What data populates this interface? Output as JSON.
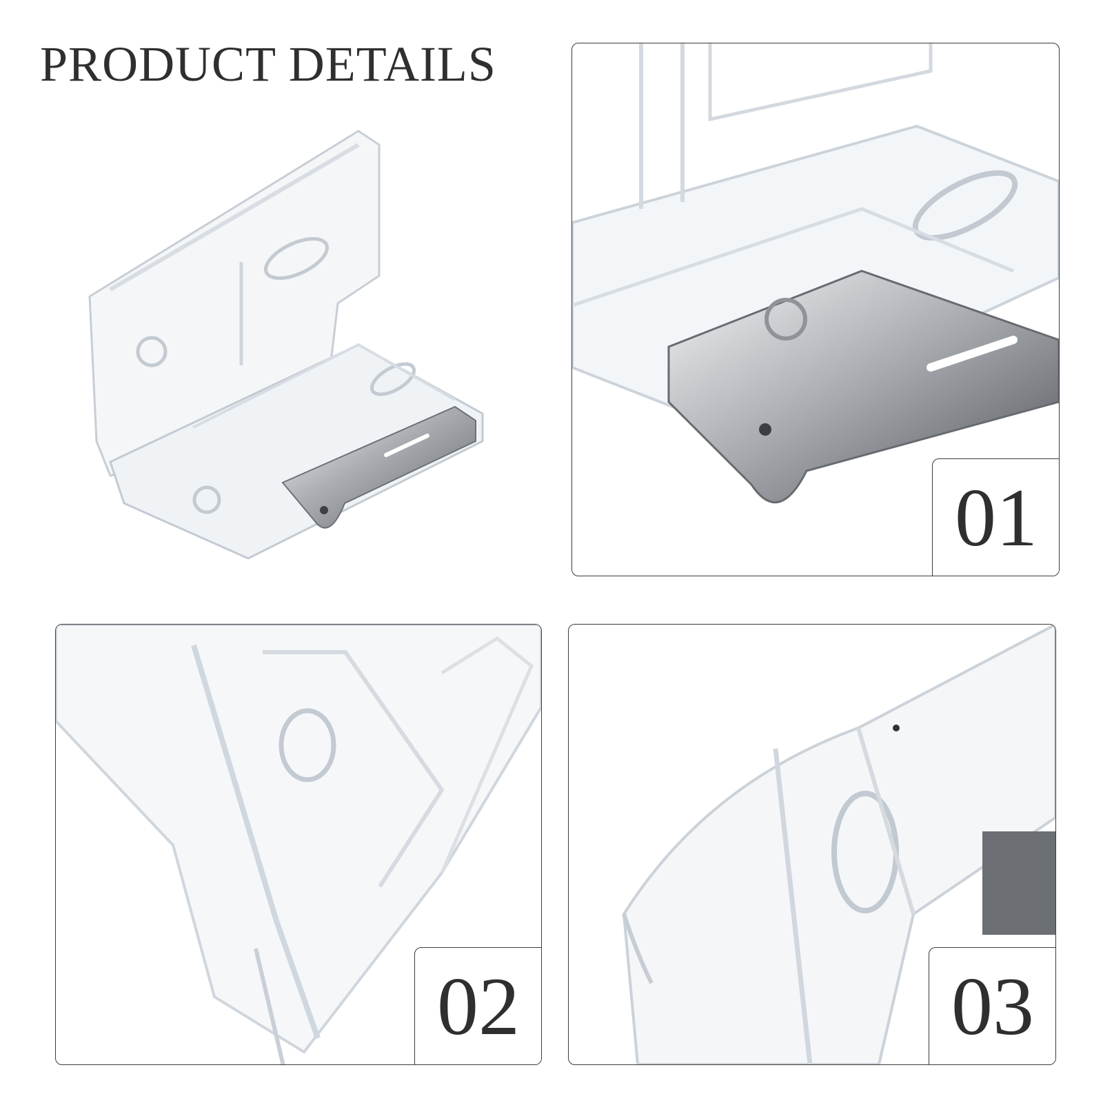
{
  "header": {
    "title": "PRODUCT DETAILS"
  },
  "details": [
    {
      "number": "01"
    },
    {
      "number": "02"
    },
    {
      "number": "03"
    }
  ],
  "colors": {
    "text": "#2f2f2f",
    "border": "#3a3a3a",
    "acrylic": "#eef2f5",
    "metal": "#b9bcc0"
  }
}
